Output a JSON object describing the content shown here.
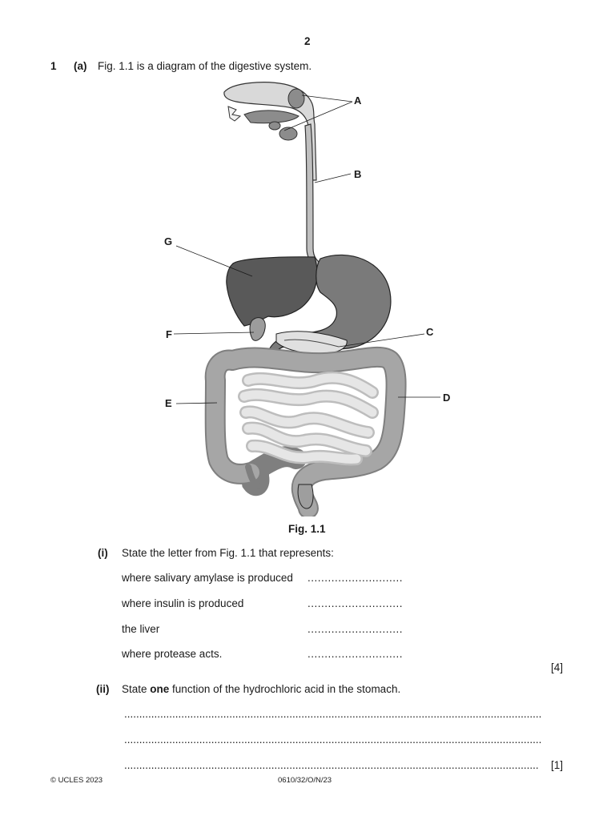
{
  "page_number": "2",
  "question": {
    "number": "1",
    "part": "(a)",
    "intro": "Fig. 1.1 is a diagram of the digestive system."
  },
  "figure": {
    "caption": "Fig. 1.1",
    "labels": {
      "A": "A",
      "B": "B",
      "C": "C",
      "D": "D",
      "E": "E",
      "F": "F",
      "G": "G"
    }
  },
  "part_i": {
    "marker": "(i)",
    "prompt": "State the letter from Fig. 1.1 that represents:",
    "items": [
      "where salivary amylase is produced",
      "where insulin is produced",
      "the liver",
      "where protease acts."
    ],
    "answer_line": "............................",
    "marks": "[4]"
  },
  "part_ii": {
    "marker": "(ii)",
    "prompt_pre": "State ",
    "prompt_bold": "one",
    "prompt_post": " function of the hydrochloric acid in the stomach.",
    "line_full": "...........................................................................................................................................",
    "line_short": "..........................................................................................................................................",
    "marks": "[1]"
  },
  "footer": {
    "copyright": "© UCLES 2023",
    "code": "0610/32/O/N/23"
  }
}
